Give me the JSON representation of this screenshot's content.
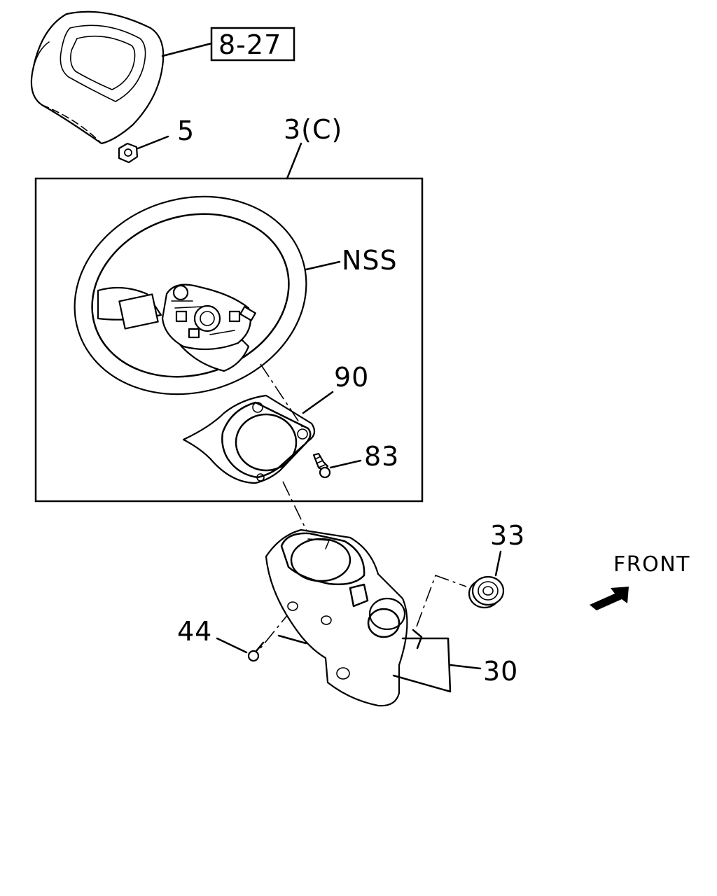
{
  "callouts": {
    "ref_page": "8-27",
    "nut": "5",
    "wheel_assembly": "3(C)",
    "nss": "NSS",
    "cover": "90",
    "screw_small": "83",
    "grommet": "33",
    "column_cover": "30",
    "screw_column": "44"
  },
  "direction": {
    "front_label": "FRONT"
  }
}
